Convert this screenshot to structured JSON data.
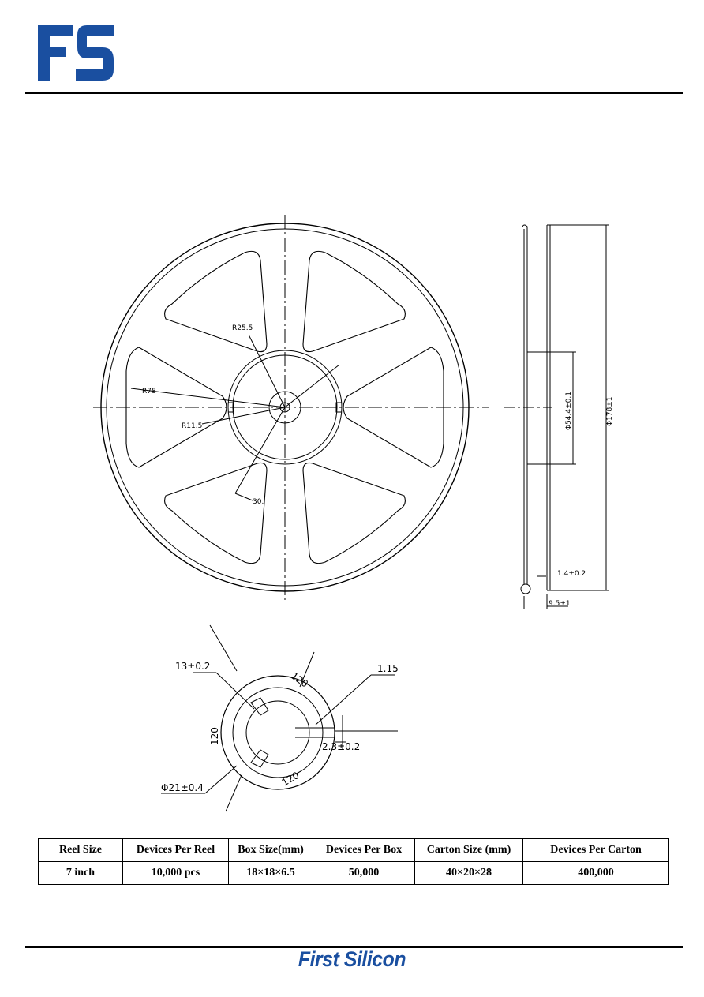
{
  "header": {
    "logo_text": "FS"
  },
  "reel_drawing": {
    "labels": {
      "r25": "R25.5",
      "r78": "R78",
      "r11": "R11.5",
      "ang30": "30.",
      "hub_dia": "Φ54.4±0.1",
      "reel_dia": "Φ178±1",
      "flange": "1.4±0.2",
      "width": "9.5±1"
    }
  },
  "hub_detail": {
    "labels": {
      "slot": "13±0.2",
      "ang_top": "120",
      "edge": "1.15",
      "ang_left": "120",
      "slot_w": "2.3±0.2",
      "dia": "Φ21±0.4",
      "ang_bottom": "120"
    }
  },
  "table": {
    "headers": [
      "Reel    Size",
      "Devices Per Reel",
      "Box Size(mm)",
      "Devices Per Box",
      "Carton Size (mm)",
      "Devices Per Carton"
    ],
    "row": [
      "7    inch",
      "10,000 pcs",
      "18×18×6.5",
      "50,000",
      "40×20×28",
      "400,000"
    ]
  },
  "footer": {
    "brand": "First Silicon"
  },
  "colors": {
    "brand_blue": "#1a4fa0"
  }
}
